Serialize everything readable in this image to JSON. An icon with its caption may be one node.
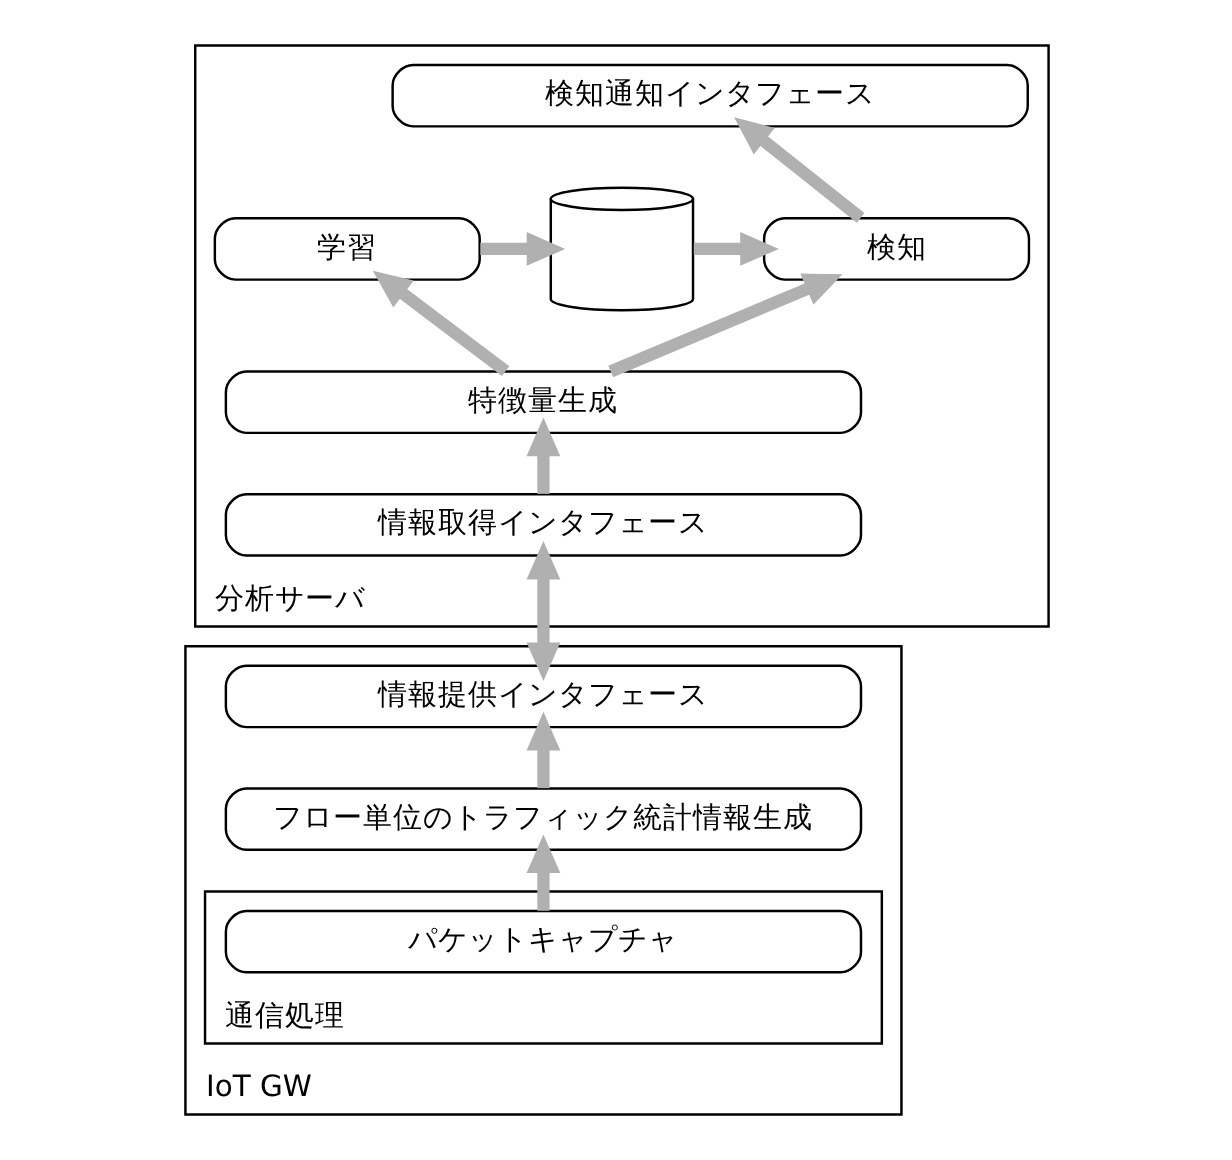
{
  "diagram": {
    "nodes": [
      {
        "text": [
          "分析サーバ"
        ]
      },
      {
        "text": [
          "検知通知インタフェース"
        ],
        "in": 0
      },
      {
        "text": [
          "学習"
        ],
        "in": 0
      },
      {
        "text": [],
        "shape": "cylinder",
        "in": 0
      },
      {
        "text": [
          "検知"
        ],
        "in": 0
      },
      {
        "text": [
          "特徴量生成"
        ],
        "in": 0
      },
      {
        "text": [
          "情報取得インタフェース"
        ],
        "in": 0
      },
      {
        "text": [
          "IoT GW"
        ]
      },
      {
        "text": [
          "情報提供インタフェース"
        ],
        "in": 7
      },
      {
        "text": [
          "フロー単位のトラフィック統計情報生成"
        ],
        "in": 7
      },
      {
        "text": [
          "通信処理"
        ],
        "in": 7
      },
      {
        "text": [
          "パケットキャプチャ"
        ],
        "in": 10
      }
    ],
    "edges": [
      {
        "from": 2,
        "to": 3,
        "arrow": "to"
      },
      {
        "from": 3,
        "to": 4,
        "arrow": "to"
      },
      {
        "from": 4,
        "to": 1,
        "arrow": "to"
      },
      {
        "from": 5,
        "to": 2,
        "arrow": "to"
      },
      {
        "from": 5,
        "to": 4,
        "arrow": "to"
      },
      {
        "from": 6,
        "to": 5,
        "arrow": "to"
      },
      {
        "from": 8,
        "to": 6,
        "arrow": "both"
      },
      {
        "from": 9,
        "to": 8,
        "arrow": "to"
      },
      {
        "from": 11,
        "to": 9,
        "arrow": "to"
      }
    ]
  }
}
